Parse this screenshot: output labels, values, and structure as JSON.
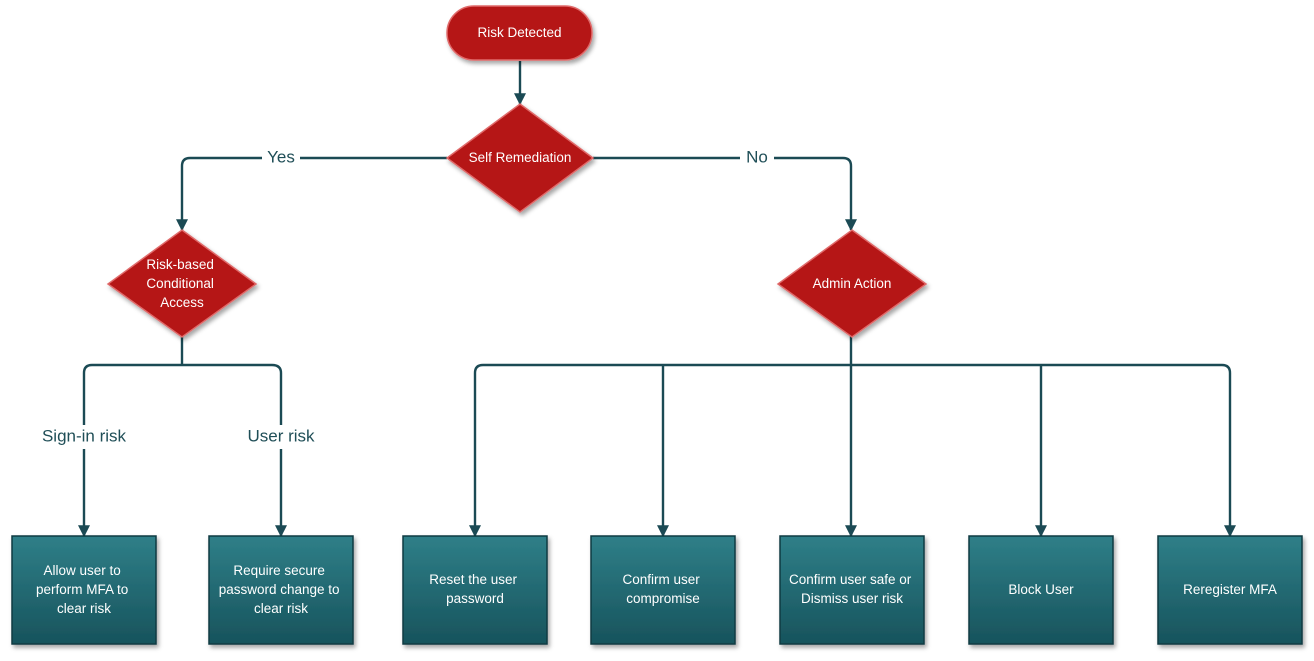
{
  "colors": {
    "decision_fill": "#b51717",
    "decision_stroke": "#e06b6b",
    "action_fill_top": "#2f7f88",
    "action_fill_bottom": "#17535c",
    "action_stroke": "#0e3a42",
    "connector": "#1b4a54",
    "edge_label": "#1f4e57"
  },
  "nodes": {
    "risk_detected": {
      "lines": [
        "Risk Detected"
      ]
    },
    "self_remediation": {
      "lines": [
        "Self Remediation"
      ]
    },
    "risk_based_ca": {
      "lines": [
        "Risk-based",
        "Conditional",
        "Access"
      ]
    },
    "admin_action": {
      "lines": [
        "Admin Action"
      ]
    },
    "allow_mfa": {
      "lines": [
        "Allow user to",
        "perform MFA to",
        "clear risk"
      ]
    },
    "secure_password_change": {
      "lines": [
        "Require secure",
        "password change to",
        "clear risk"
      ]
    },
    "reset_password": {
      "lines": [
        "Reset the user",
        "password"
      ]
    },
    "confirm_compromise": {
      "lines": [
        "Confirm user",
        "compromise"
      ]
    },
    "confirm_safe": {
      "lines": [
        "Confirm user safe or",
        "Dismiss user risk"
      ]
    },
    "block_user": {
      "lines": [
        "Block User"
      ]
    },
    "reregister_mfa": {
      "lines": [
        "Reregister MFA"
      ]
    }
  },
  "edge_labels": {
    "yes": "Yes",
    "no": "No",
    "signin_risk": "Sign-in risk",
    "user_risk": "User risk"
  }
}
